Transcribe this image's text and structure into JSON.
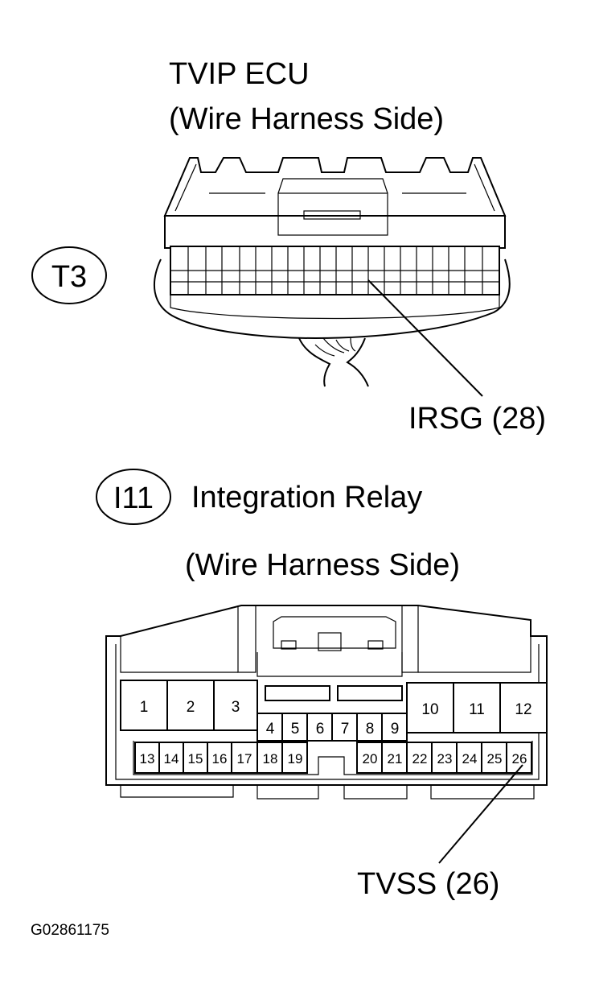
{
  "top": {
    "title": "TVIP ECU",
    "side": "(Wire Harness Side)",
    "connector_code": "T3",
    "callout": "IRSG (28)"
  },
  "bottom": {
    "connector_code": "I11",
    "title": "Integration Relay",
    "side": "(Wire Harness Side)",
    "callout": "TVSS (26)",
    "pins": [
      "1",
      "2",
      "3",
      "4",
      "5",
      "6",
      "7",
      "8",
      "9",
      "10",
      "11",
      "12",
      "13",
      "14",
      "15",
      "16",
      "17",
      "18",
      "19",
      "20",
      "21",
      "22",
      "23",
      "24",
      "25",
      "26"
    ]
  },
  "figure_code": "G02861175"
}
